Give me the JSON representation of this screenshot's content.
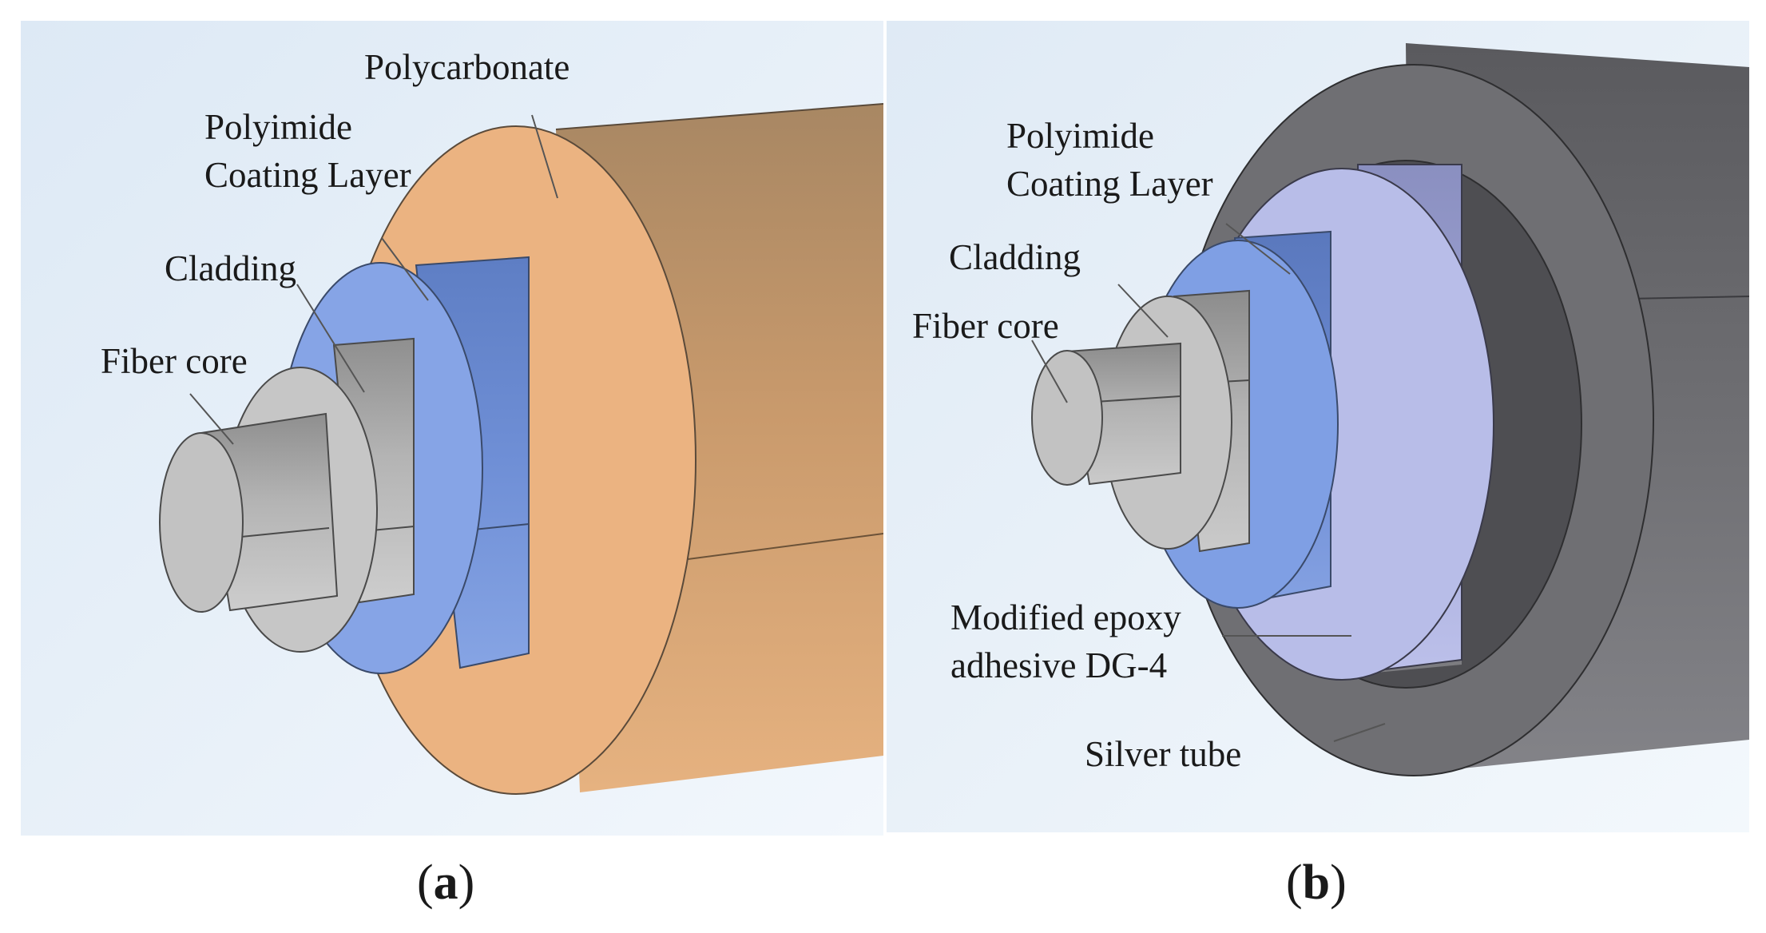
{
  "panel_a": {
    "caption_letter": "a",
    "labels": {
      "polycarbonate": "Polycarbonate",
      "polyimide_line1": "Polyimide",
      "polyimide_line2": "Coating Layer",
      "cladding": "Cladding",
      "fiber_core": "Fiber core"
    }
  },
  "panel_b": {
    "caption_letter": "b",
    "labels": {
      "polyimide_line1": "Polyimide",
      "polyimide_line2": "Coating Layer",
      "cladding": "Cladding",
      "fiber_core": "Fiber core",
      "epoxy_line1": "Modified epoxy",
      "epoxy_line2": "adhesive DG-4",
      "silver_tube": "Silver tube"
    }
  },
  "colors": {
    "background": "#e6f0f8",
    "polycarbonate": "#ebb381",
    "polyimide": "#7d9fe6",
    "cladding_core": "#c8c8c8",
    "epoxy": "#b8bde8",
    "silver_tube": "#6e6e72"
  }
}
